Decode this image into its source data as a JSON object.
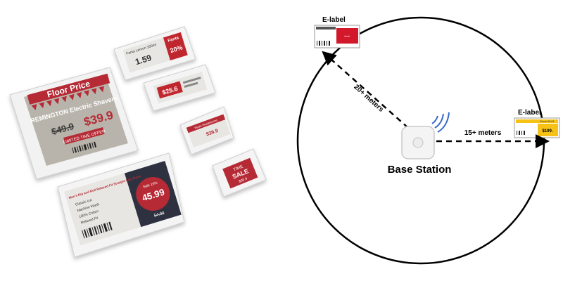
{
  "photo": {
    "large_label": {
      "heading": "Floor Price",
      "product": "REMINGTON Electric Shavers",
      "price": "$39.9",
      "old_price": "$49.9",
      "offer": "LIMITED TIME OFFER"
    },
    "label_top": {
      "name": "Fanta Lemon 330ml",
      "badge": "Fanta",
      "price": "1.59",
      "discount": "20%"
    },
    "label_mid1": {
      "price": "$25.6"
    },
    "label_mid2": {
      "name": "Beats Headphones",
      "price": "$39.9"
    },
    "label_small": {
      "top": "TIME",
      "main": "SALE",
      "price": "$99.9"
    },
    "bottom_label": {
      "title": "Men's Rip and Roll Relaxed Fit Straight Leg Jeans",
      "features": [
        "Classic cut",
        "Machine Wash",
        "100% Cotton",
        "Relaxed Fit"
      ],
      "discount": "Sale 15%",
      "price": "45.99",
      "old_price": "54.00"
    }
  },
  "diagram": {
    "elabel_top": "E-label",
    "elabel_right": "E-label",
    "distance_diagonal": "20+ meters",
    "distance_horizontal": "15+ meters",
    "base_station": "Base Station",
    "tag_right_price": "$199.",
    "tag_right_name": "Xiaomi Mi A1"
  }
}
